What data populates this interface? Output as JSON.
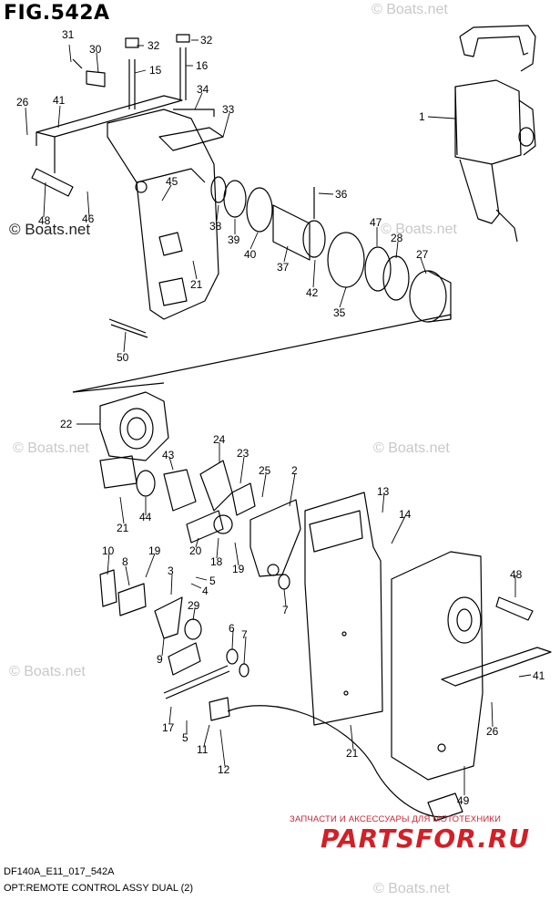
{
  "title": "FIG.542A",
  "footer": {
    "code": "DF140A_E11_017_542A",
    "caption": "OPT:REMOTE CONTROL ASSY DUAL (2)"
  },
  "watermark": "© Boats.net",
  "brand": {
    "tagline": "ЗАПЧАСТИ И АКСЕССУАРЫ ДЛЯ МОТОТЕХНИКИ",
    "logo": "PARTSFOR.RU",
    "color": "#d31f26"
  },
  "callouts": [
    "31",
    "30",
    "32",
    "15",
    "32",
    "16",
    "26",
    "41",
    "34",
    "33",
    "1",
    "45",
    "36",
    "48",
    "46",
    "38",
    "39",
    "40",
    "37",
    "47",
    "28",
    "27",
    "42",
    "35",
    "21",
    "50",
    "22",
    "43",
    "24",
    "23",
    "25",
    "2",
    "13",
    "14",
    "21",
    "44",
    "20",
    "18",
    "19",
    "10",
    "8",
    "19",
    "3",
    "5",
    "4",
    "48",
    "7",
    "29",
    "9",
    "6",
    "7",
    "41",
    "26",
    "17",
    "5",
    "11",
    "12",
    "21",
    "49"
  ]
}
